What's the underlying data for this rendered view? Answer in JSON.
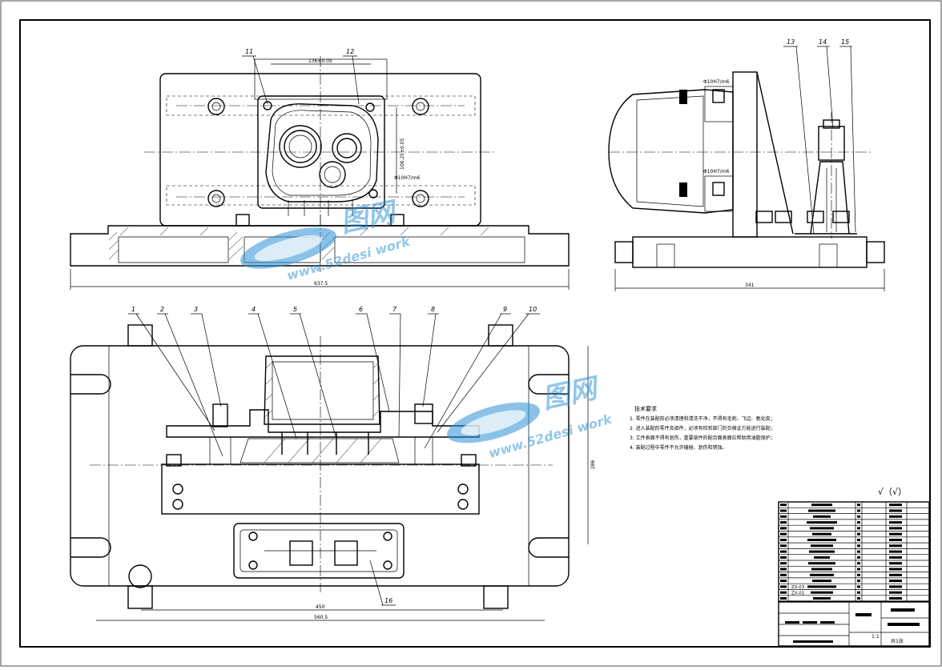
{
  "dimensions": {
    "front_width": "637.5",
    "side_width": "341",
    "plan_inner_width": "450",
    "plan_outer_width": "560.5",
    "plan_height": "286",
    "top_spacing": "136±0.05",
    "top_vertical": "106.25±0.05",
    "hole_top": "Φ10H7/m6",
    "hole_side_upper": "Φ10H7/m6",
    "hole_side_lower": "Φ10H7/m6",
    "hole_front": "Φ10H7/m6"
  },
  "balloons": [
    "1",
    "2",
    "3",
    "4",
    "5",
    "6",
    "7",
    "8",
    "9",
    "10",
    "11",
    "12",
    "13",
    "14",
    "15",
    "16"
  ],
  "notes": {
    "heading": "技术要求",
    "lines": [
      "1. 零件在装配前必须清理和清洗干净，不得有毛刺、飞边、氧化皮；",
      "2. 进入装配的零件及部件，必须有检验部门的合格证方能进行装配；",
      "3. 工件表面不得有划伤，重要部件的配合面表面应帮助用油脂保护；",
      "4. 装配过程中零件不允许磕碰、划伤和锈蚀。"
    ]
  },
  "roughness": "√（√）",
  "title_block": {
    "scale": "1:1",
    "sheet": "共1张",
    "bom_codes": [
      "ZX-03",
      "ZX-01"
    ]
  },
  "watermark": {
    "brand": "图网",
    "url": "www.52desi work"
  }
}
